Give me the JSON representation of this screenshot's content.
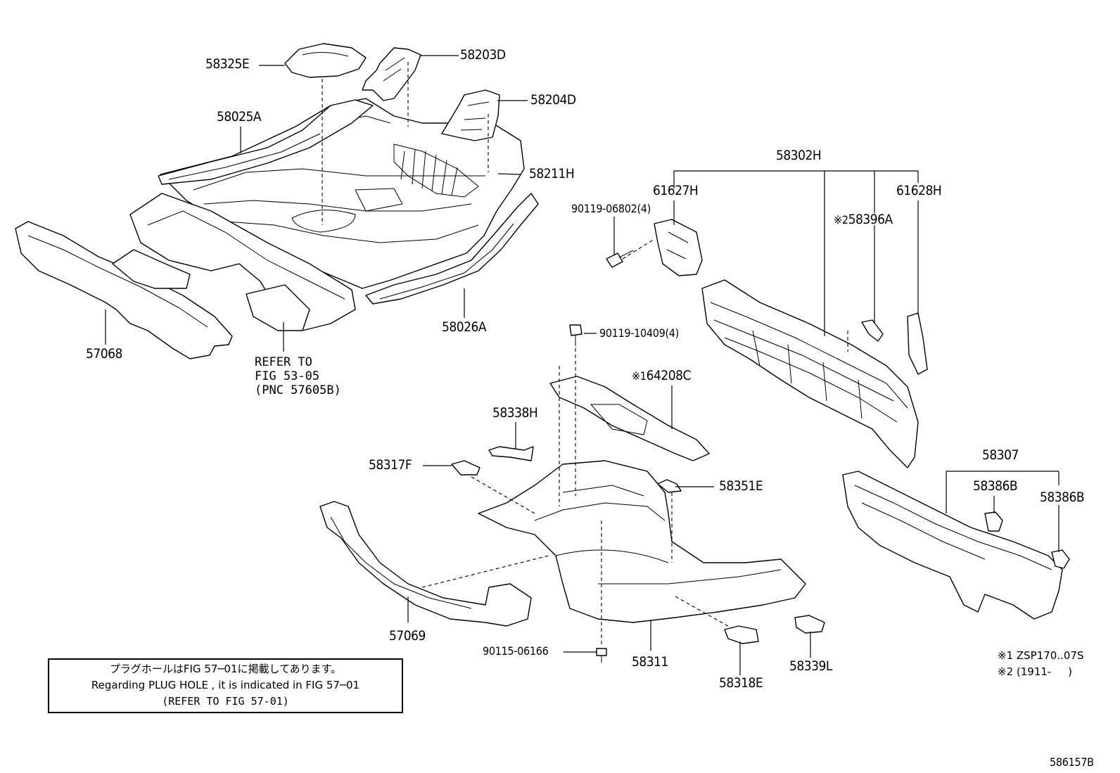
{
  "parts": {
    "p58325E": "58325E",
    "p58203D": "58203D",
    "p58204D": "58204D",
    "p58025A": "58025A",
    "p58211H": "58211H",
    "p58026A": "58026A",
    "p57068": "57068",
    "p58302H": "58302H",
    "p61627H": "61627H",
    "p61628H": "61628H",
    "p90119_06802": "90119-06802(4)",
    "p58396A": "58396A",
    "p90119_10409": "90119-10409(4)",
    "p64208C": "64208C",
    "p58338H": "58338H",
    "p58317F": "58317F",
    "p58351E": "58351E",
    "p58307": "58307",
    "p58386B_left": "58386B",
    "p58386B_right": "58386B",
    "p57069": "57069",
    "p90115_06166": "90115-06166",
    "p58311": "58311",
    "p58318E": "58318E",
    "p58339L": "58339L"
  },
  "markers": {
    "m1": "※1",
    "m2": "※2"
  },
  "refer": {
    "line1": "REFER TO",
    "line2": "FIG 53-05",
    "line3": "(PNC 57605B)"
  },
  "note": {
    "line_jp": "プラグホールはFIG 57─01に掲載してあります。",
    "line_en": "Regarding PLUG HOLE , it is indicated in FIG 57─01",
    "line_ref": "(REFER TO FIG 57-01)"
  },
  "footnotes": {
    "f1": "※1 ZSP170..07S",
    "f2": "※2 (1911-     )"
  },
  "figure_id": "586157B"
}
